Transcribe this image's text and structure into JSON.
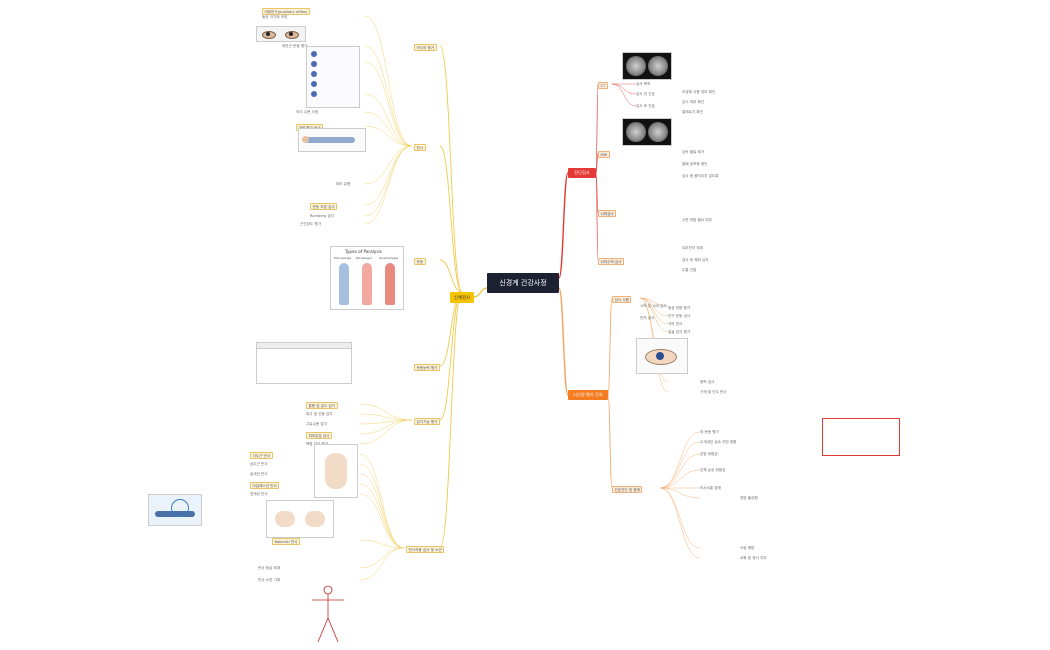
{
  "central": "신경계 건강사정",
  "hub_left": "신체검사",
  "hub_right_top": "진단검사",
  "hub_right_bottom": "뇌신경 평가 간호",
  "left_branches": {
    "b1": "의식의 평가",
    "b2": "반사",
    "b3": "운동",
    "b4": "운동능력 평가",
    "b5": "감각기능 평가",
    "b6": "반사작용 검사 및 소견"
  },
  "left_leaves": [
    "대광반사(pupillary reflex)",
    "동공 크기와 모양",
    "외안근 운동 평가",
    "동공 크기와 반응",
    "무의식 환자 반응",
    "의식 수준 사정",
    "근력 평가 등급",
    "마비 유형",
    "Types of Paralysis",
    "Monoplegia",
    "Paraplegia",
    "Quadriplegia",
    "운동 조정 검사",
    "Romberg 검사",
    "근긴장도 평가",
    "통증 및 온도 감각",
    "촉각 및 진동 감각",
    "고유수용 감각",
    "피부분절 검사",
    "복합 감각 평가",
    "심부건 반사",
    "이두근 반사",
    "삼두근 반사",
    "슬개건 반사",
    "아킬레스건 반사",
    "표재성 반사",
    "병적 반사",
    "Babinski 반사",
    "반사 등급 체계",
    "반사 소견 기록"
  ],
  "right_top_branches": [
    "CT",
    "MRI",
    "뇌파검사",
    "뇌척수액 검사"
  ],
  "right_top_leaves": [
    "검사 목적",
    "검사 전 간호",
    "검사 후 간호",
    "조영제 사용 여부 확인",
    "금식 여부 확인",
    "알레르기 확인",
    "금속 물질 제거",
    "밀폐 공포증 확인",
    "검사 중 움직이지 않도록",
    "수면 박탈 필요 여부",
    "요추천자 부위",
    "검사 후 체위 유지",
    "두통 관찰"
  ],
  "right_bottom_branches": [
    "검사 시행",
    "간호진단 및 중재"
  ],
  "right_bottom_leaves": [
    "시력 및 시야 검사",
    "안저 검사",
    "동공 반응 평가",
    "안구 운동 검사",
    "각막 반사",
    "얼굴 감각 평가",
    "청력 검사",
    "구개 및 인두 반사",
    "혀 운동 평가",
    "두개내압 상승 관련 위험",
    "감염 위험성",
    "신체 손상 위험성",
    "의사소통 장애",
    "영양 불균형",
    "낙상 예방",
    "교육 및 정서 지지"
  ],
  "colors": {
    "central": "#1d2233",
    "hub_left": "#f5c400",
    "hub_r1": "#e53935",
    "hub_r2": "#f57c20",
    "line_left": "#f0c94a",
    "line_r1": "#e53935",
    "line_r2": "#f5a25a"
  }
}
